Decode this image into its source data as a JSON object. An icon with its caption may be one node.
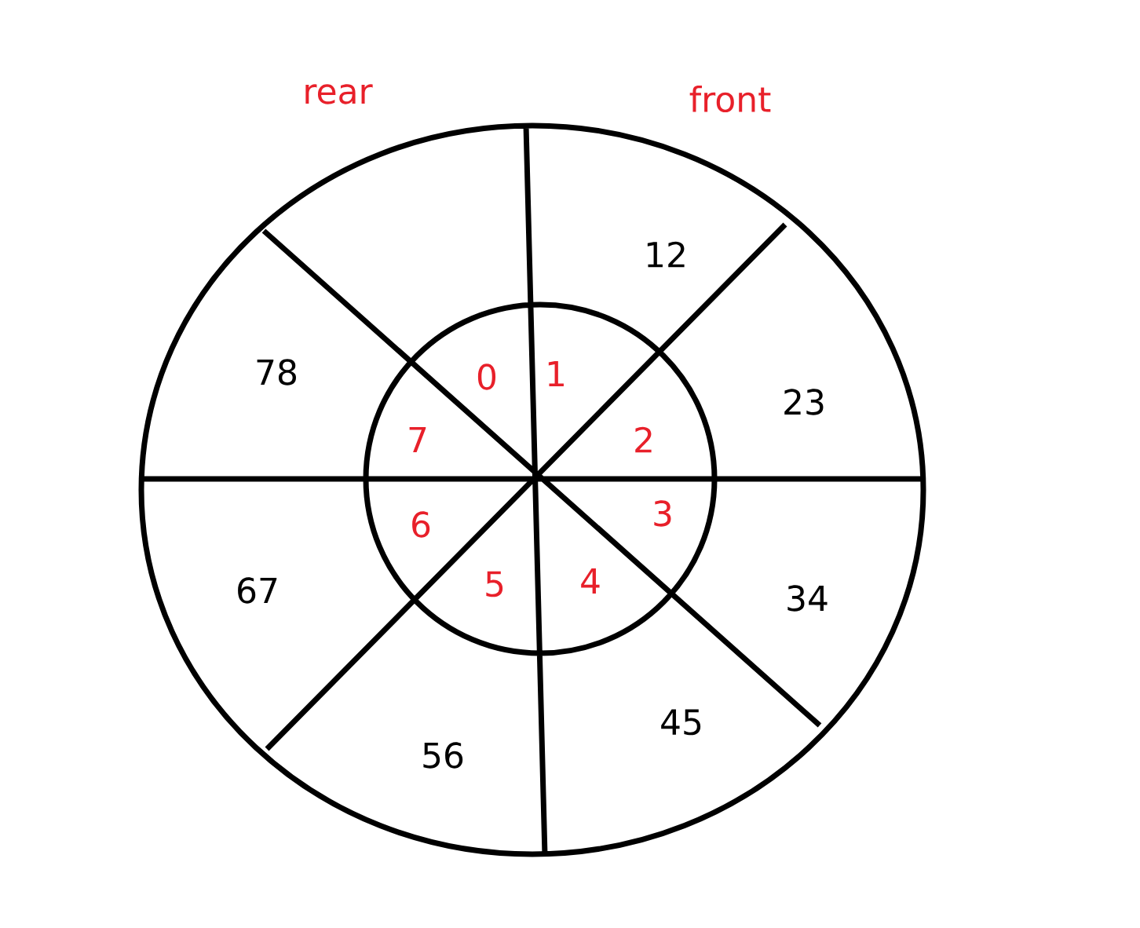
{
  "diagram": {
    "labels": [
      "rear",
      "front",
      "12",
      "78",
      "0",
      "1",
      "23",
      "7",
      "2",
      "3",
      "6",
      "67",
      "5",
      "4",
      "34",
      "45",
      "56"
    ]
  }
}
